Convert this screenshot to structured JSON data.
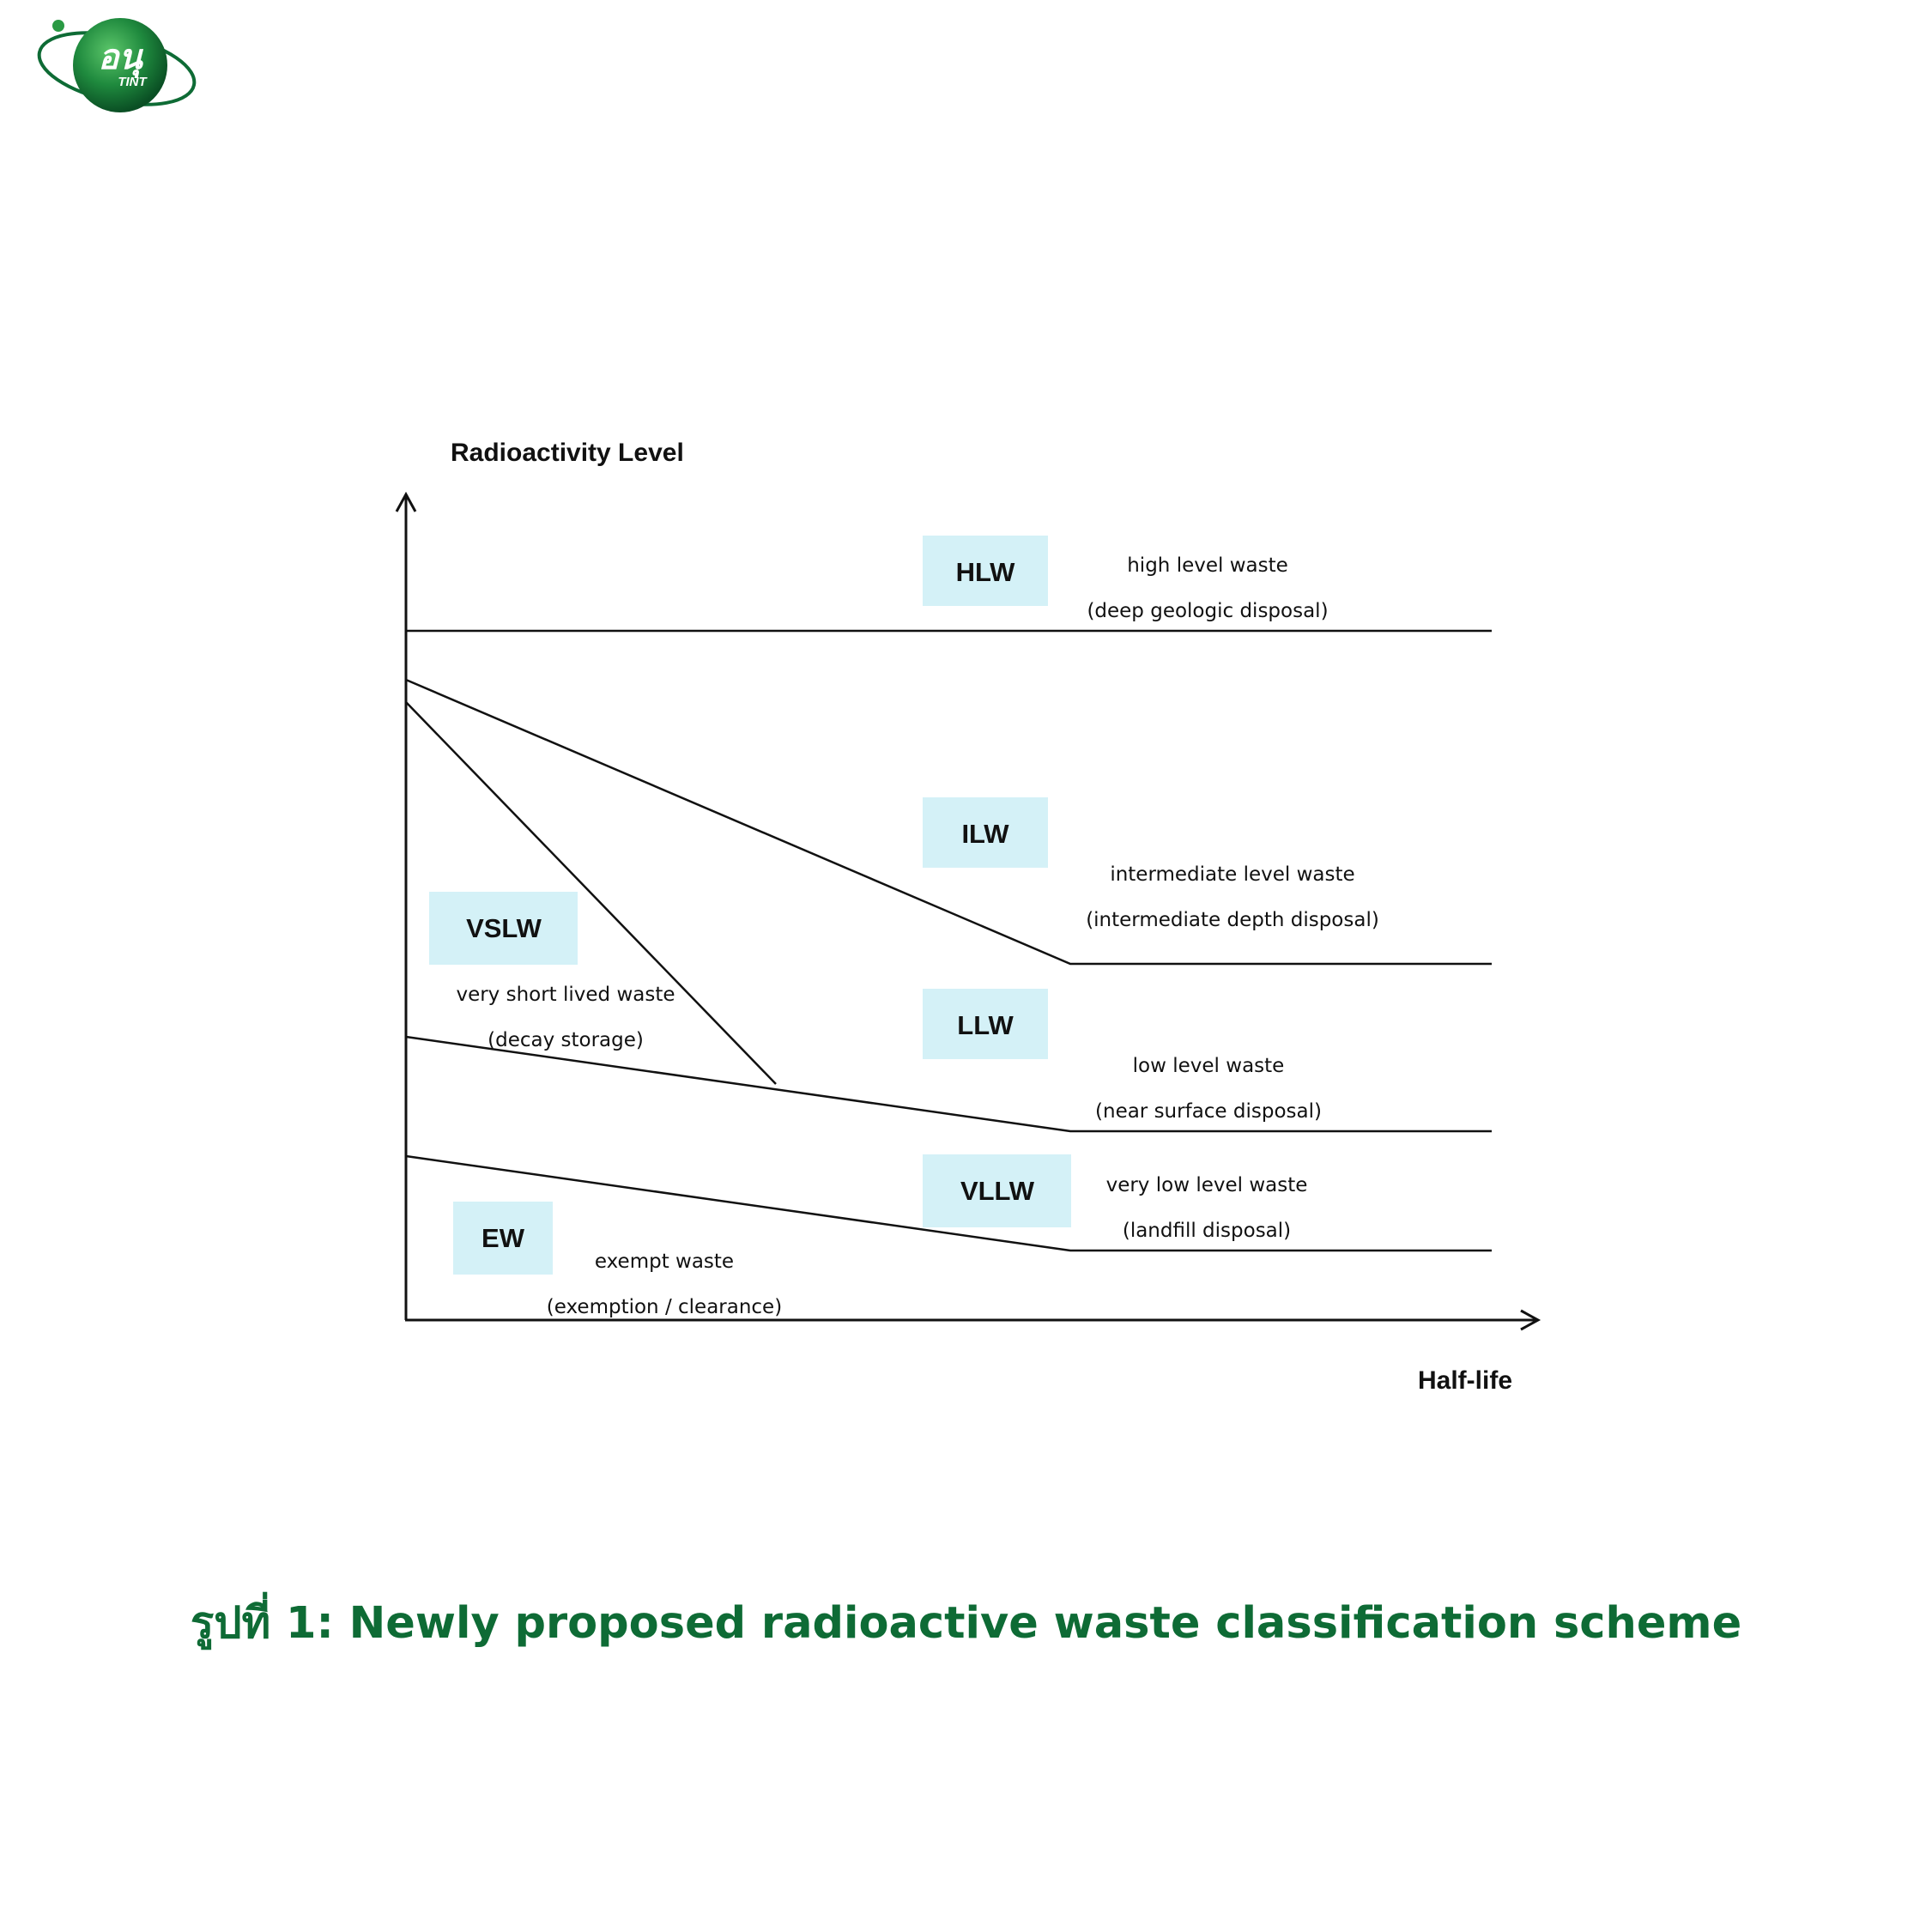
{
  "logo": {
    "text_main": "อนุ",
    "text_sub": "TINT",
    "colors": {
      "globe_dark": "#0a5a2a",
      "globe_light": "#3aa852",
      "accent": "#0e6b35"
    }
  },
  "diagram": {
    "y_axis_label": "Radioactivity Level",
    "x_axis_label": "Half-life",
    "box_color": "#d4f1f7",
    "classes": [
      {
        "code": "HLW",
        "description": "high level waste",
        "disposal": "(deep geologic disposal)"
      },
      {
        "code": "ILW",
        "description": "intermediate level waste",
        "disposal": "(intermediate depth disposal)"
      },
      {
        "code": "VSLW",
        "description": "very short lived waste",
        "disposal": "(decay storage)"
      },
      {
        "code": "LLW",
        "description": "low level waste",
        "disposal": "(near surface disposal)"
      },
      {
        "code": "VLLW",
        "description": "very low level waste",
        "disposal": "(landfill disposal)"
      },
      {
        "code": "EW",
        "description": "exempt waste",
        "disposal": "(exemption / clearance)"
      }
    ]
  },
  "caption": {
    "text": "รูปที่ 1: Newly proposed radioactive waste classification scheme",
    "color": "#0e6b35"
  }
}
